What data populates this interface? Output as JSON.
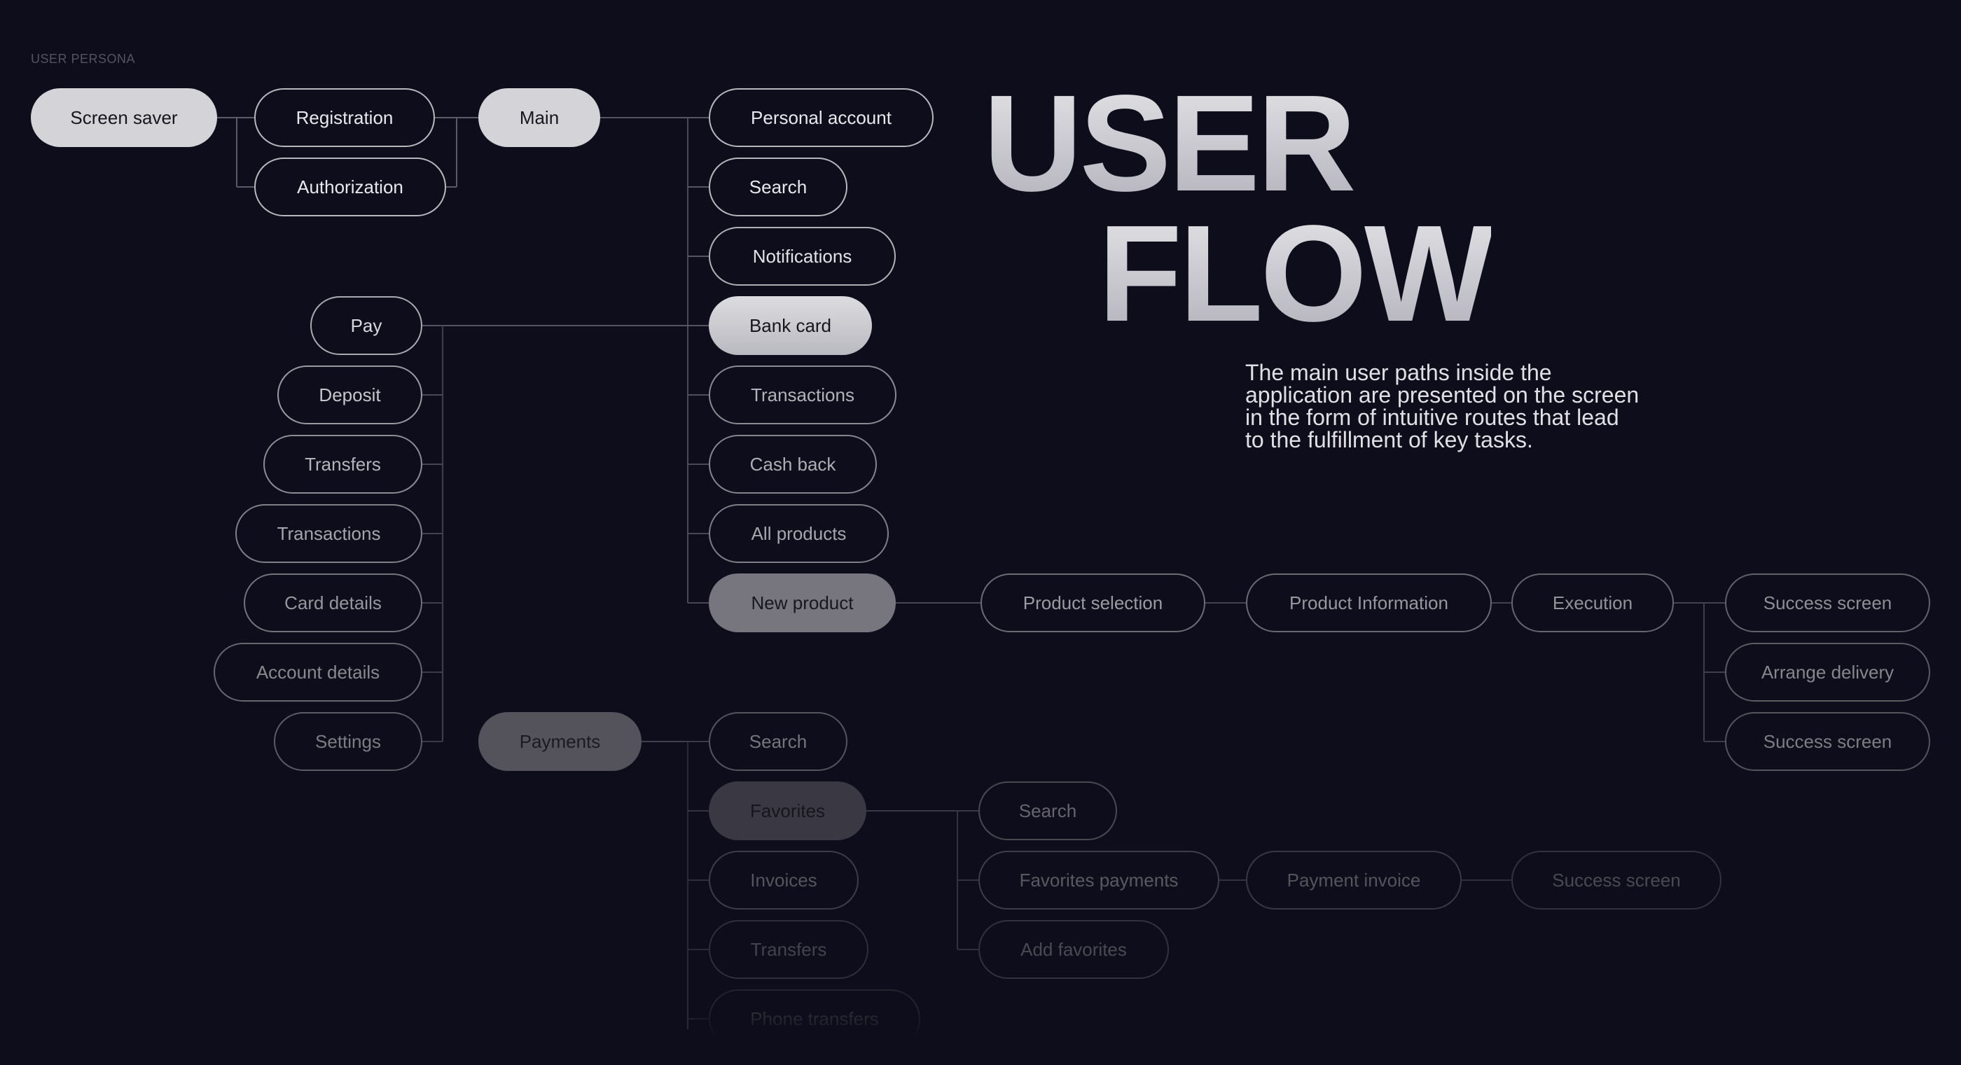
{
  "header": {
    "persona_label": "USER PERSONA"
  },
  "title": {
    "line1": "USER",
    "line2": "FLOW",
    "description_lines": [
      "The main user paths inside the",
      "application are presented on the screen",
      "in the form of intuitive routes that lead",
      "to the fulfillment of key tasks."
    ]
  },
  "colors": {
    "background": "#0e0d1b",
    "wire": "#4a4957",
    "bright_fill": "#d4d4d8",
    "text_dark": "#1a1a24"
  },
  "nodes": [
    {
      "id": "screen-saver",
      "label": "Screen saver",
      "style": "fill",
      "fill": "#d4d4d8",
      "text": "#16161f"
    },
    {
      "id": "registration",
      "label": "Registration",
      "style": "outline",
      "border": "#b7b7bd",
      "text": "#e8e8ec"
    },
    {
      "id": "authorization",
      "label": "Authorization",
      "style": "outline",
      "border": "#b7b7bd",
      "text": "#e8e8ec"
    },
    {
      "id": "main",
      "label": "Main",
      "style": "fill",
      "fill": "#d4d4d8",
      "text": "#16161f"
    },
    {
      "id": "personal-account",
      "label": "Personal account",
      "style": "outline",
      "border": "#b7b7bd",
      "text": "#e8e8ec"
    },
    {
      "id": "main-search",
      "label": "Search",
      "style": "outline",
      "border": "#b7b7bd",
      "text": "#e8e8ec"
    },
    {
      "id": "notifications",
      "label": "Notifications",
      "style": "outline",
      "border": "#b0b0b6",
      "text": "#e2e2e6"
    },
    {
      "id": "bank-card",
      "label": "Bank card",
      "style": "gradient",
      "text": "#16161f"
    },
    {
      "id": "main-transactions",
      "label": "Transactions",
      "style": "outline",
      "border": "#8a8a92",
      "text": "#b2b2b8"
    },
    {
      "id": "cash-back",
      "label": "Cash back",
      "style": "outline",
      "border": "#85858d",
      "text": "#aeaeb4"
    },
    {
      "id": "all-products",
      "label": "All products",
      "style": "outline",
      "border": "#7e7e86",
      "text": "#a6a6ac"
    },
    {
      "id": "new-product",
      "label": "New product",
      "style": "fill",
      "fill": "#77767e",
      "text": "#17171f"
    },
    {
      "id": "pay",
      "label": "Pay",
      "style": "outline",
      "border": "#a9a9b0",
      "text": "#d8d8dc"
    },
    {
      "id": "deposit",
      "label": "Deposit",
      "style": "outline",
      "border": "#9a9aa1",
      "text": "#c6c6cb"
    },
    {
      "id": "card-transfers",
      "label": "Transfers",
      "style": "outline",
      "border": "#8c8c94",
      "text": "#b4b4ba"
    },
    {
      "id": "card-transactions",
      "label": "Transactions",
      "style": "outline",
      "border": "#7f7f87",
      "text": "#a4a4aa"
    },
    {
      "id": "card-details",
      "label": "Card details",
      "style": "outline",
      "border": "#73737b",
      "text": "#96969c"
    },
    {
      "id": "account-details",
      "label": "Account details",
      "style": "outline",
      "border": "#66666e",
      "text": "#88888e"
    },
    {
      "id": "settings",
      "label": "Settings",
      "style": "outline",
      "border": "#5b5b63",
      "text": "#7c7c82"
    },
    {
      "id": "payments",
      "label": "Payments",
      "style": "fill",
      "fill": "#54535c",
      "text": "#1a1a22"
    },
    {
      "id": "pay-search",
      "label": "Search",
      "style": "outline",
      "border": "#55545d",
      "text": "#75757c"
    },
    {
      "id": "favorites",
      "label": "Favorites",
      "style": "fill",
      "fill": "#3a3943",
      "text": "#15151c"
    },
    {
      "id": "invoices",
      "label": "Invoices",
      "style": "outline",
      "border": "#3e3d47",
      "text": "#55545c"
    },
    {
      "id": "pay-transfers",
      "label": "Transfers",
      "style": "outline",
      "border": "#302f39",
      "text": "#44434b"
    },
    {
      "id": "phone-transfers",
      "label": "Phone transfers",
      "style": "outline",
      "border": "#24232d",
      "text": "#33323a"
    },
    {
      "id": "fav-search",
      "label": "Search",
      "style": "outline",
      "border": "#4a4952",
      "text": "#66656d"
    },
    {
      "id": "favorites-payments",
      "label": "Favorites payments",
      "style": "outline",
      "border": "#3f3e48",
      "text": "#5a5961"
    },
    {
      "id": "add-favorites",
      "label": "Add favorites",
      "style": "outline",
      "border": "#33323c",
      "text": "#4a4951"
    },
    {
      "id": "payment-invoice",
      "label": "Payment invoice",
      "style": "outline",
      "border": "#3a3943",
      "text": "#55545c"
    },
    {
      "id": "fav-success-screen",
      "label": "Success screen",
      "style": "outline",
      "border": "#33323c",
      "text": "#4a4951"
    },
    {
      "id": "product-selection",
      "label": "Product selection",
      "style": "outline",
      "border": "#6d6c75",
      "text": "#9b9ba1"
    },
    {
      "id": "product-information",
      "label": "Product Information",
      "style": "outline",
      "border": "#6a6972",
      "text": "#97979d"
    },
    {
      "id": "execution",
      "label": "Execution",
      "style": "outline",
      "border": "#66656e",
      "text": "#929298"
    },
    {
      "id": "success-screen-1",
      "label": "Success screen",
      "style": "outline",
      "border": "#626169",
      "text": "#8e8e94"
    },
    {
      "id": "arrange-delivery",
      "label": "Arrange delivery",
      "style": "outline",
      "border": "#5c5b63",
      "text": "#86868c"
    },
    {
      "id": "success-screen-2",
      "label": "Success screen",
      "style": "outline",
      "border": "#55545c",
      "text": "#7d7d83"
    }
  ]
}
